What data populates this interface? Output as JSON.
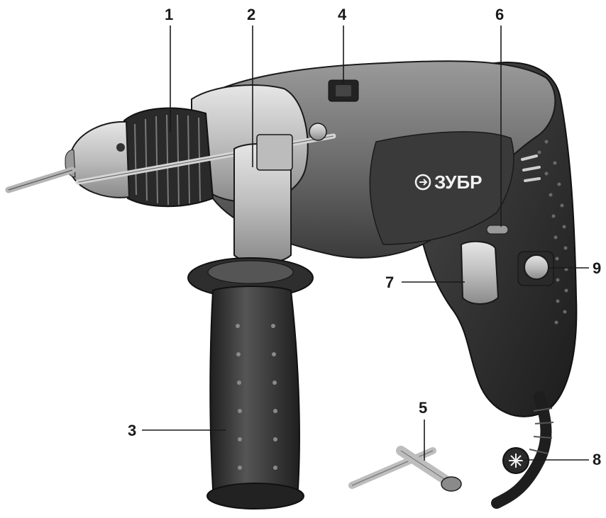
{
  "diagram": {
    "brand_text": "ЗУБР",
    "callouts": [
      {
        "id": "c1",
        "label": "1"
      },
      {
        "id": "c2",
        "label": "2"
      },
      {
        "id": "c3",
        "label": "3"
      },
      {
        "id": "c4",
        "label": "4"
      },
      {
        "id": "c5",
        "label": "5"
      },
      {
        "id": "c6",
        "label": "6"
      },
      {
        "id": "c7",
        "label": "7"
      },
      {
        "id": "c8",
        "label": "8"
      },
      {
        "id": "c9",
        "label": "9"
      }
    ],
    "colors": {
      "body_dark": "#2b2b2b",
      "body_mid": "#5a5a5a",
      "body_light": "#8f8f8f",
      "metal": "#c8c8c8",
      "ink": "#1a1a1a"
    },
    "icons": [
      "impact-drill-illustration",
      "chuck-key-icon",
      "brand-logo-icon"
    ]
  }
}
